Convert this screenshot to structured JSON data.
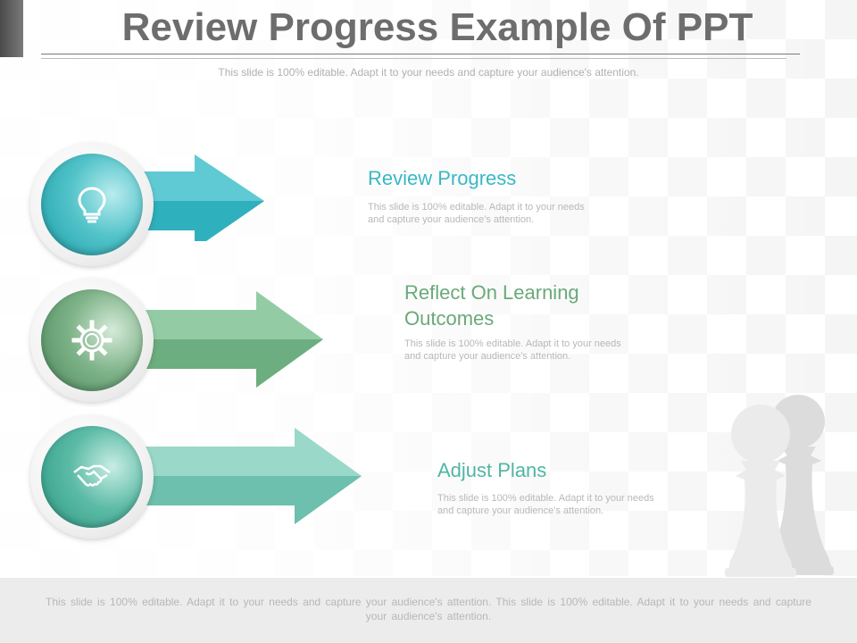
{
  "slide": {
    "title": "Review Progress Example Of PPT",
    "subtitle": "This slide is 100% editable. Adapt it to your needs and capture your audience's attention."
  },
  "items": [
    {
      "heading": "Review Progress",
      "text_line1": "This slide is 100% editable. Adapt it to your needs",
      "text_line2": "and capture your audience's attention.",
      "icon": "lightbulb-icon",
      "color": "#39b8c4"
    },
    {
      "heading_line1": "Reflect On Learning",
      "heading_line2": "Outcomes",
      "text_line1": "This slide is 100% editable. Adapt it to your needs",
      "text_line2": "and capture your audience's attention.",
      "icon": "gear-icon",
      "color": "#6aa97b"
    },
    {
      "heading": "Adjust Plans",
      "text_line1": "This slide is 100% editable. Adapt it to your needs",
      "text_line2": "and capture your audience's attention.",
      "icon": "handshake-icon",
      "color": "#4fb6a3"
    }
  ],
  "decoration": {
    "icon": "chess-pawns-icon"
  },
  "footer": {
    "line1": "This slide is 100% editable. Adapt it to your needs and capture your audience's attention. This slide is 100% editable. Adapt it to your needs and capture",
    "line2": "your audience's attention."
  }
}
